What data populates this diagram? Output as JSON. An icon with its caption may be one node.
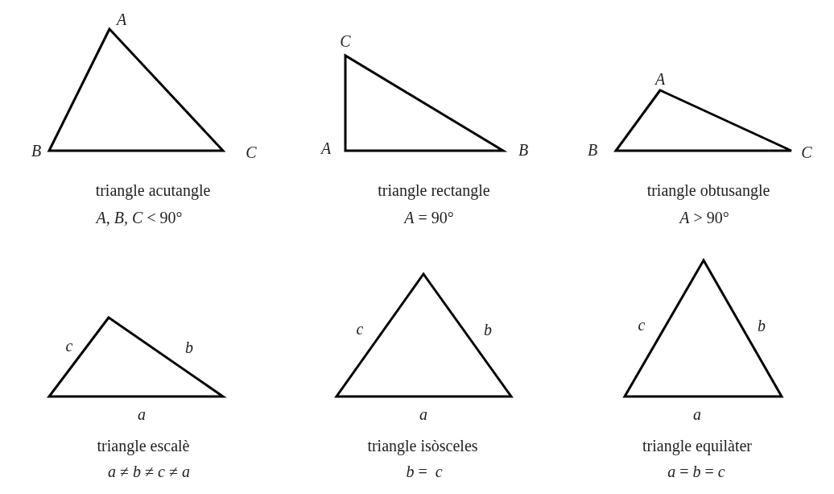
{
  "diagram": {
    "labels": [
      "A",
      "B",
      "C",
      "triangle acutangle",
      "*A, B, C* < 90°",
      "C",
      "A",
      "B",
      "triangle rectangle",
      "*A* = 90°",
      "A",
      "B",
      "C",
      "triangle obtusangle",
      "*A* > 90°",
      "c",
      "b",
      "a",
      "triangle escalè",
      "*a* ≠ *b* ≠ *c* ≠ *a*",
      "c",
      "b",
      "a",
      "triangle isòsceles",
      "*b* =  *c*",
      "c",
      "b",
      "a",
      "triangle equilàter",
      "*a* = *b* = *c*"
    ]
  }
}
